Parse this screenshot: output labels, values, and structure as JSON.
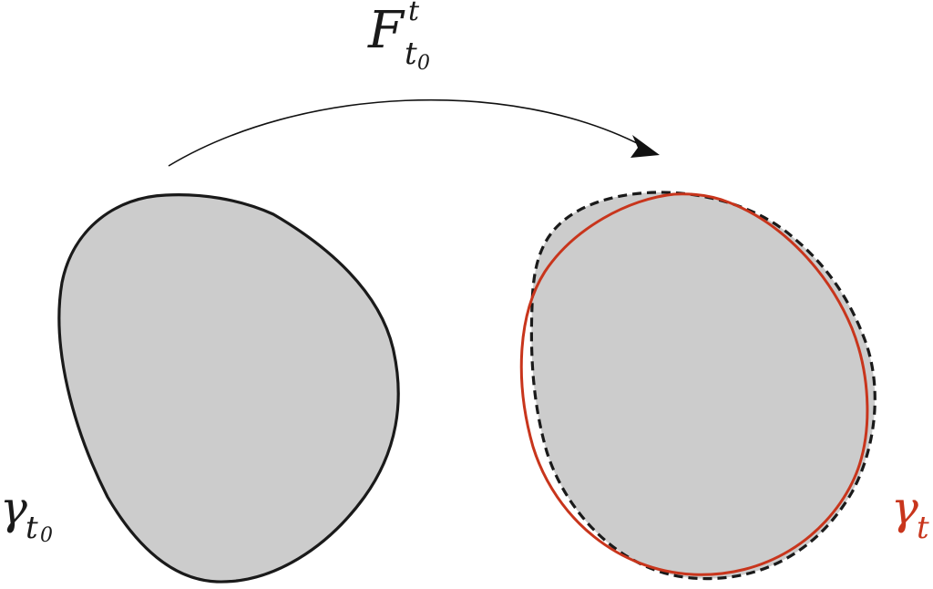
{
  "labels": {
    "map": {
      "base": "F",
      "sup": "t",
      "sub": "t",
      "sub_sub": "0"
    },
    "initial_curve": {
      "base": "γ",
      "sub": "t",
      "sub_sub": "0"
    },
    "evolved_curve": {
      "base": "γ",
      "sub": "t"
    }
  },
  "colors": {
    "region_fill": "#cccccc",
    "outline": "#1a1a1a",
    "evolved_curve": "#c8351c",
    "arrow": "#111111"
  }
}
